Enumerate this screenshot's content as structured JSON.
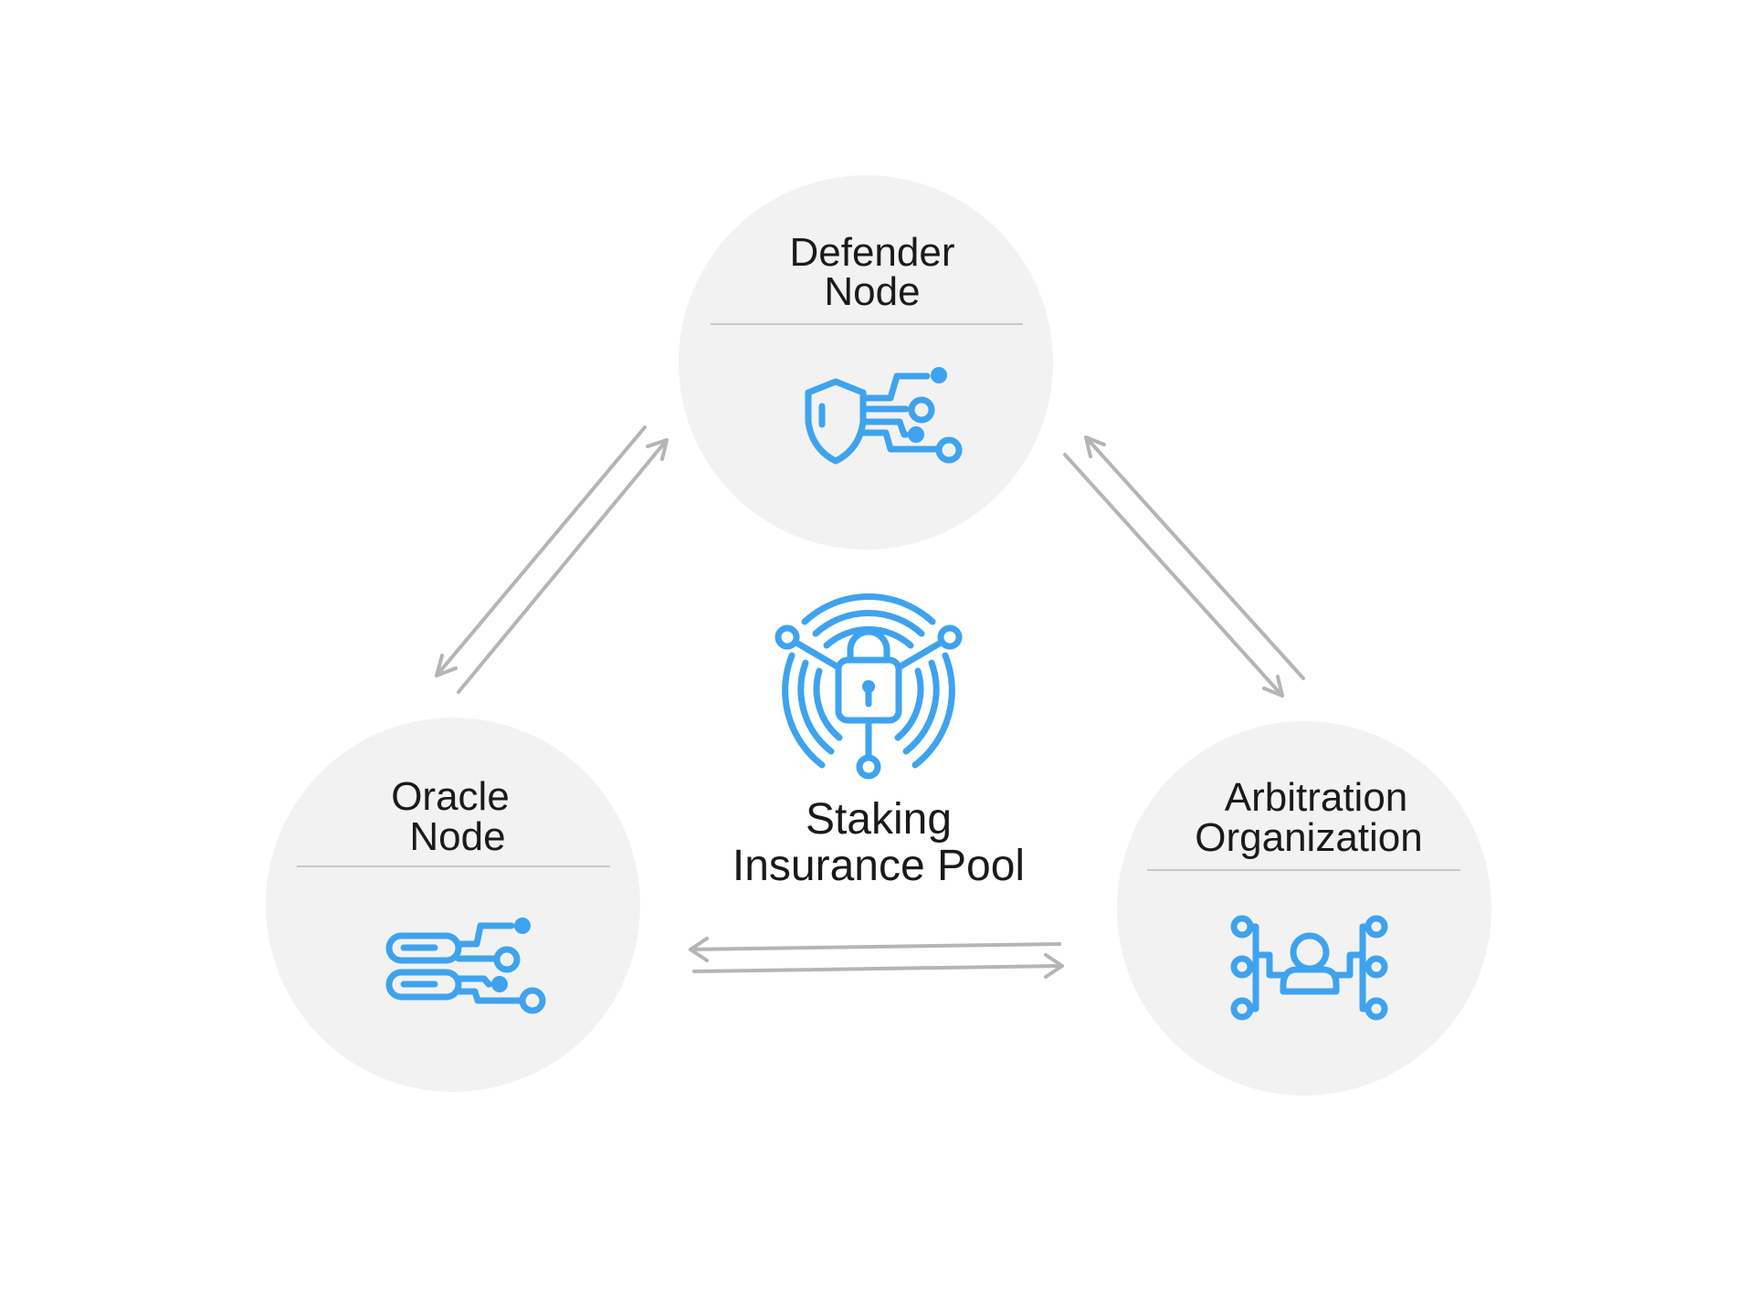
{
  "nodes": {
    "defender": {
      "line1": "Defender",
      "line2": "Node",
      "icon": "shield-network-icon"
    },
    "oracle": {
      "line1": "Oracle",
      "line2": "Node",
      "icon": "server-network-icon"
    },
    "arbitration": {
      "line1": "Arbitration",
      "line2": "Organization",
      "icon": "user-network-icon"
    }
  },
  "center": {
    "line1": "Staking",
    "line2": "Insurance Pool",
    "icon": "lock-network-icon"
  },
  "colors": {
    "accent": "#3ea3ef",
    "node_fill": "#f2f2f2",
    "arrow": "#b5b5b5",
    "divider": "#c8c8c8",
    "text": "#1a1a1a"
  }
}
